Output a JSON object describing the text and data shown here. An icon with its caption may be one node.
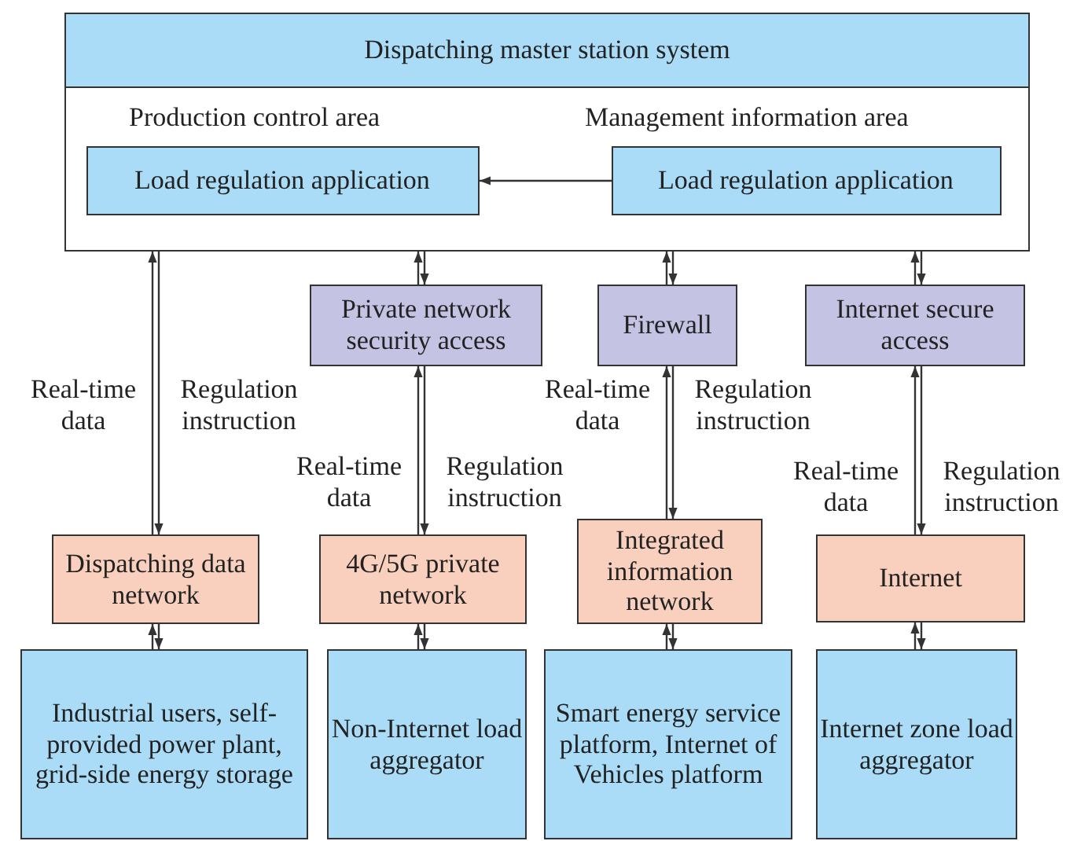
{
  "diagram": {
    "nodes": [
      {
        "text": [
          "Dispatching master station system",
          "Production control area",
          "Management information area"
        ]
      },
      {
        "text": [
          "Load regulation application"
        ],
        "in": 0
      },
      {
        "text": [
          "Load regulation application"
        ],
        "in": 0
      },
      {
        "text": [
          "Private network security access"
        ]
      },
      {
        "text": [
          "Firewall"
        ]
      },
      {
        "text": [
          "Internet secure access"
        ]
      },
      {
        "text": [
          "Dispatching data network"
        ]
      },
      {
        "text": [
          "4G/5G private network"
        ]
      },
      {
        "text": [
          "Integrated information network"
        ]
      },
      {
        "text": [
          "Internet"
        ]
      },
      {
        "text": [
          "Industrial users, self-provided power plant, grid-side energy storage"
        ]
      },
      {
        "text": [
          "Non-Internet load aggregator"
        ]
      },
      {
        "text": [
          "Smart energy service platform, Internet of Vehicles platform"
        ]
      },
      {
        "text": [
          "Internet zone load aggregator"
        ]
      }
    ],
    "edges": [
      {
        "from": 2,
        "to": 1,
        "arrow": "to"
      },
      {
        "from": 6,
        "to": 0,
        "arrow": "to",
        "label": "Real-time data"
      },
      {
        "from": 0,
        "to": 6,
        "arrow": "to",
        "label": "Regulation instruction"
      },
      {
        "from": 3,
        "to": 0,
        "arrow": "to"
      },
      {
        "from": 0,
        "to": 3,
        "arrow": "to"
      },
      {
        "from": 7,
        "to": 3,
        "arrow": "to",
        "label": "Real-time data"
      },
      {
        "from": 3,
        "to": 7,
        "arrow": "to",
        "label": "Regulation instruction"
      },
      {
        "from": 4,
        "to": 0,
        "arrow": "to"
      },
      {
        "from": 0,
        "to": 4,
        "arrow": "to"
      },
      {
        "from": 8,
        "to": 4,
        "arrow": "to",
        "label": "Real-time data"
      },
      {
        "from": 4,
        "to": 8,
        "arrow": "to",
        "label": "Regulation instruction"
      },
      {
        "from": 5,
        "to": 0,
        "arrow": "to"
      },
      {
        "from": 0,
        "to": 5,
        "arrow": "to"
      },
      {
        "from": 9,
        "to": 5,
        "arrow": "to",
        "label": "Real-time data"
      },
      {
        "from": 5,
        "to": 9,
        "arrow": "to",
        "label": "Regulation instruction"
      },
      {
        "from": 10,
        "to": 6,
        "arrow": "to"
      },
      {
        "from": 6,
        "to": 10,
        "arrow": "to"
      },
      {
        "from": 11,
        "to": 7,
        "arrow": "to"
      },
      {
        "from": 7,
        "to": 11,
        "arrow": "to"
      },
      {
        "from": 12,
        "to": 8,
        "arrow": "to"
      },
      {
        "from": 8,
        "to": 12,
        "arrow": "to"
      },
      {
        "from": 13,
        "to": 9,
        "arrow": "to"
      },
      {
        "from": 9,
        "to": 13,
        "arrow": "to"
      }
    ]
  }
}
